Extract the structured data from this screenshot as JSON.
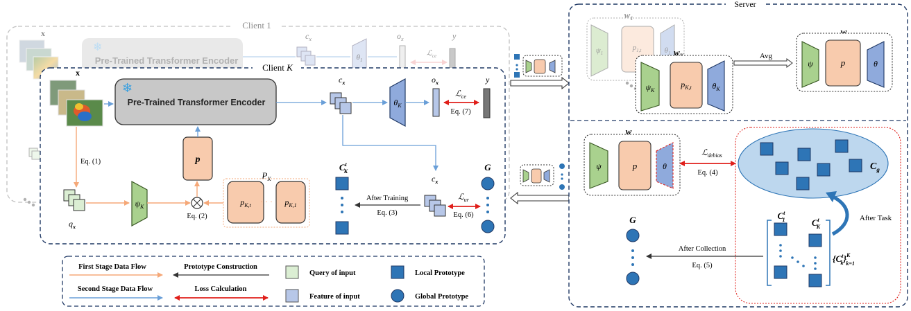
{
  "client1": {
    "label": "Client  1",
    "input_x": "x",
    "encoder": "Pre-Trained Transformer Encoder",
    "c_x": "c",
    "c_x_sub": "x",
    "theta": "θ",
    "theta_sub": "1",
    "o_x": "o",
    "o_x_sub": "x",
    "y": "y",
    "loss": "ℒ",
    "loss_sub": "ce"
  },
  "clientK": {
    "label": "Client K",
    "input_x": "x",
    "encoder": "Pre-Trained Transformer Encoder",
    "c_x": "c",
    "c_x_sub": "x",
    "theta": "θ",
    "theta_sub": "K",
    "o_x": "o",
    "o_x_sub": "x",
    "y": "y",
    "loss_ce": "ℒ",
    "loss_ce_sub": "ce",
    "eq7": "Eq. (7)",
    "eq1": "Eq. (1)",
    "q_x": "q",
    "q_x_sub": "x",
    "psi": "ψ",
    "psi_sub": "K",
    "eq2": "Eq. (2)",
    "p": "p",
    "pool_label": "P",
    "pool_sub": "K",
    "pool_left": "p",
    "pool_left_sub": "K,t",
    "pool_right": "p",
    "pool_right_sub": "K,1",
    "dots": "· · ·",
    "c_local": "C",
    "c_local_sup": "t",
    "c_local_sub": "K",
    "c_x2": "c",
    "c_x2_sub": "x",
    "G": "G",
    "after_training": "After  Training",
    "eq3": "Eq. (3)",
    "loss_ur": "ℒ",
    "loss_ur_sub": "ur",
    "eq6": "Eq. (6)"
  },
  "server": {
    "label": "Server",
    "w1": "w",
    "w1_sub": "1",
    "wK": "w",
    "wK_sub": "K",
    "psi1": "ψ",
    "psi1_sub": "1",
    "p1t": "p",
    "p1t_sub": "1,t",
    "theta1": "θ",
    "theta1_sub": "1",
    "psiK": "ψ",
    "psiK_sub": "K",
    "pKt": "p",
    "pKt_sub": "K,t",
    "thetaK": "θ",
    "thetaK_sub": "K",
    "avg": "Avg",
    "w": "w",
    "psi": "ψ",
    "p": "p",
    "theta": "θ"
  },
  "server_bottom": {
    "w": "w",
    "psi": "ψ",
    "p": "p",
    "theta": "θ",
    "loss_debias": "ℒ",
    "loss_debias_sub": "debias",
    "eq4": "Eq. (4)",
    "Cg": "C",
    "Cg_sub": "g",
    "after_task": "After Task",
    "C1": "C",
    "C1_sup": "t",
    "C1_sub": "1",
    "CK": "C",
    "CK_sup": "t",
    "CK_sub": "K",
    "set_expr": "{C",
    "set_sup": "t",
    "set_sub": "k",
    "set_close": "}",
    "set_range_sup": "K",
    "set_range_sub": "k=1",
    "G": "G",
    "after_collection": "After Collection",
    "eq5": "Eq. (5)"
  },
  "legend": {
    "first_stage": "First Stage Data Flow",
    "second_stage": "Second Stage Data Flow",
    "proto_construction": "Prototype Construction",
    "loss_calc": "Loss Calculation",
    "query": "Query of input",
    "feature": "Feature of input",
    "local_proto": "Local Prototype",
    "global_proto": "Global Prototype"
  },
  "colors": {
    "orange_flow": "#f5a878",
    "blue_flow": "#6a9fd8",
    "red_arrow": "#e0201b",
    "dark_arrow": "#222222",
    "query_fill": "#dbeed3",
    "feature_fill": "#b7c7e8",
    "proto_blue": "#2e75b6",
    "encoder_gray": "#c8c8c8",
    "peach": "#f8cbad",
    "green_trap": "#a9d18e",
    "blue_trap": "#8faadc",
    "cg_ellipse": "#bdd7ee"
  }
}
